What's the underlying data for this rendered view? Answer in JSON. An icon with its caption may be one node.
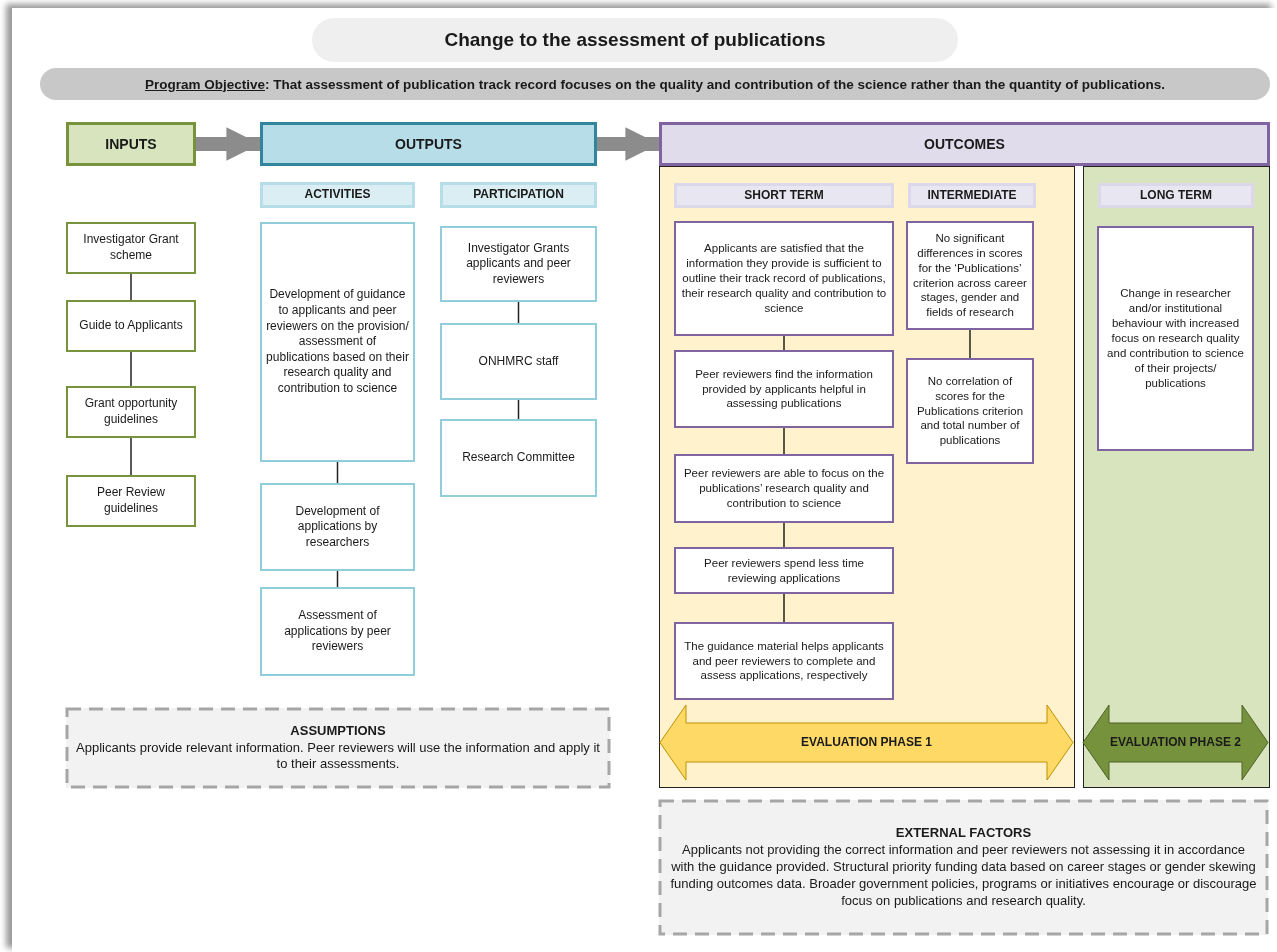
{
  "diagram": {
    "title": "Change to the assessment of publications",
    "nodes": [
      {
        "text": [
          "INPUTS"
        ]
      },
      {
        "text": [
          "OUTPUTS"
        ]
      },
      {
        "text": [
          "OUTCOMES"
        ]
      },
      {
        "text": [
          "ACTIVITIES"
        ]
      },
      {
        "text": [
          "PARTICIPATION"
        ]
      },
      {
        "text": [
          "SHORT TERM"
        ]
      },
      {
        "text": [
          "INTERMEDIATE"
        ]
      },
      {
        "text": [
          "LONG TERM"
        ]
      },
      {
        "text": [
          "Investigator Grant scheme"
        ]
      },
      {
        "text": [
          "Guide to Applicants"
        ]
      },
      {
        "text": [
          "Grant opportunity guidelines"
        ]
      },
      {
        "text": [
          "Peer Review guidelines"
        ]
      },
      {
        "text": [
          "Development of guidance to applicants and peer reviewers on the provision/ assessment of publications based on their research quality and contribution to science"
        ]
      },
      {
        "text": [
          "Development of applications by researchers"
        ]
      },
      {
        "text": [
          "Assessment of applications by peer reviewers"
        ]
      },
      {
        "text": [
          "Investigator Grants applicants and peer reviewers"
        ]
      },
      {
        "text": [
          "ONHMRC staff"
        ]
      },
      {
        "text": [
          "Research Committee"
        ]
      },
      {
        "text": [
          "Applicants are satisfied that the information they provide is sufficient to outline their track record of publications, their research quality and contribution to science"
        ]
      },
      {
        "text": [
          "Peer reviewers find the information provided by applicants helpful in assessing publications"
        ]
      },
      {
        "text": [
          "Peer reviewers are able to focus on the publications’ research quality and contribution to science"
        ]
      },
      {
        "text": [
          "Peer reviewers spend less time reviewing applications"
        ]
      },
      {
        "text": [
          "The guidance material helps applicants and peer reviewers to complete and assess applications, respectively"
        ]
      },
      {
        "text": [
          "No significant differences in scores for the ‘Publications’ criterion across career stages, gender and fields of research"
        ]
      },
      {
        "text": [
          "No correlation of scores for the Publications criterion and total number of publications"
        ]
      },
      {
        "text": [
          "Change in researcher and/or institutional behaviour with increased focus on research quality and contribution to science of their projects/ publications"
        ]
      },
      {
        "text": [
          "EVALUATION PHASE 1"
        ]
      },
      {
        "text": [
          "EVALUATION PHASE 2"
        ]
      },
      {
        "text": [
          "ASSUMPTIONS",
          "Applicants provide relevant information. Peer reviewers will use the information and apply it to their assessments."
        ]
      },
      {
        "text": [
          "EXTERNAL FACTORS",
          "Applicants not providing the correct information and peer reviewers not assessing it in accordance with the guidance provided. Structural priority funding data based on career stages or gender skewing funding outcomes data. Broader government policies, programs or initiatives encourage or discourage focus on publications and research quality."
        ]
      }
    ],
    "edges": [
      {
        "from": 0,
        "to": 1,
        "arrow": "to",
        "style": "thick",
        "color": "#8c8c8c"
      },
      {
        "from": 1,
        "to": 2,
        "arrow": "to",
        "style": "thick",
        "color": "#8c8c8c"
      },
      {
        "from": 8,
        "to": 9,
        "arrow": "none"
      },
      {
        "from": 9,
        "to": 10,
        "arrow": "none"
      },
      {
        "from": 10,
        "to": 11,
        "arrow": "none"
      },
      {
        "from": 12,
        "to": 13,
        "arrow": "none"
      },
      {
        "from": 13,
        "to": 14,
        "arrow": "none"
      },
      {
        "from": 15,
        "to": 16,
        "arrow": "none"
      },
      {
        "from": 16,
        "to": 17,
        "arrow": "none"
      },
      {
        "from": 18,
        "to": 19,
        "arrow": "none"
      },
      {
        "from": 19,
        "to": 20,
        "arrow": "none"
      },
      {
        "from": 20,
        "to": 21,
        "arrow": "none"
      },
      {
        "from": 21,
        "to": 22,
        "arrow": "none"
      },
      {
        "from": 23,
        "to": 24,
        "arrow": "none"
      }
    ],
    "labels": [
      "Program Objective: That assessment of publication track record focuses on the quality and contribution of the science rather than the quantity of publications."
    ]
  }
}
